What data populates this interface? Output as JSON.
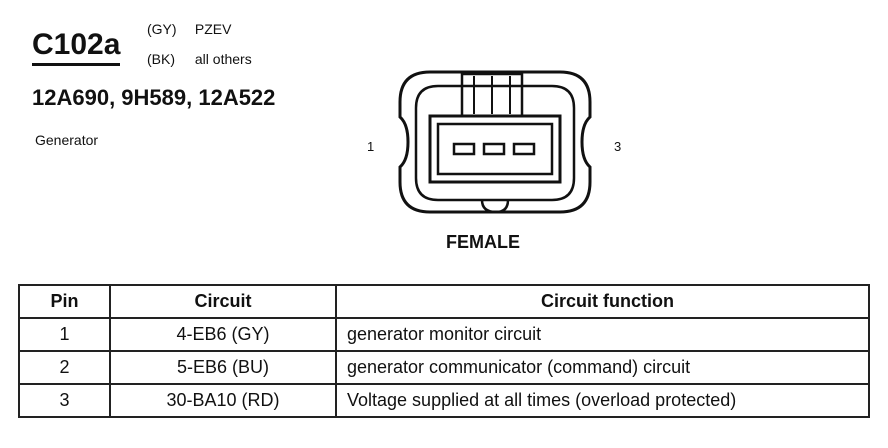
{
  "connector": {
    "id": "C102a",
    "variants": [
      {
        "code": "(GY)",
        "desc": "PZEV"
      },
      {
        "code": "(BK)",
        "desc": "all others"
      }
    ],
    "part_numbers": "12A690, 9H589, 12A522",
    "component": "Generator",
    "pin_left": "1",
    "pin_right": "3",
    "gender": "FEMALE"
  },
  "table": {
    "headers": [
      "Pin",
      "Circuit",
      "Circuit function"
    ],
    "rows": [
      {
        "pin": "1",
        "circuit": "4-EB6 (GY)",
        "function": "generator monitor circuit"
      },
      {
        "pin": "2",
        "circuit": "5-EB6 (BU)",
        "function": "generator communicator (command) circuit"
      },
      {
        "pin": "3",
        "circuit": "30-BA10 (RD)",
        "function": "Voltage supplied at all times (overload protected)"
      }
    ]
  }
}
